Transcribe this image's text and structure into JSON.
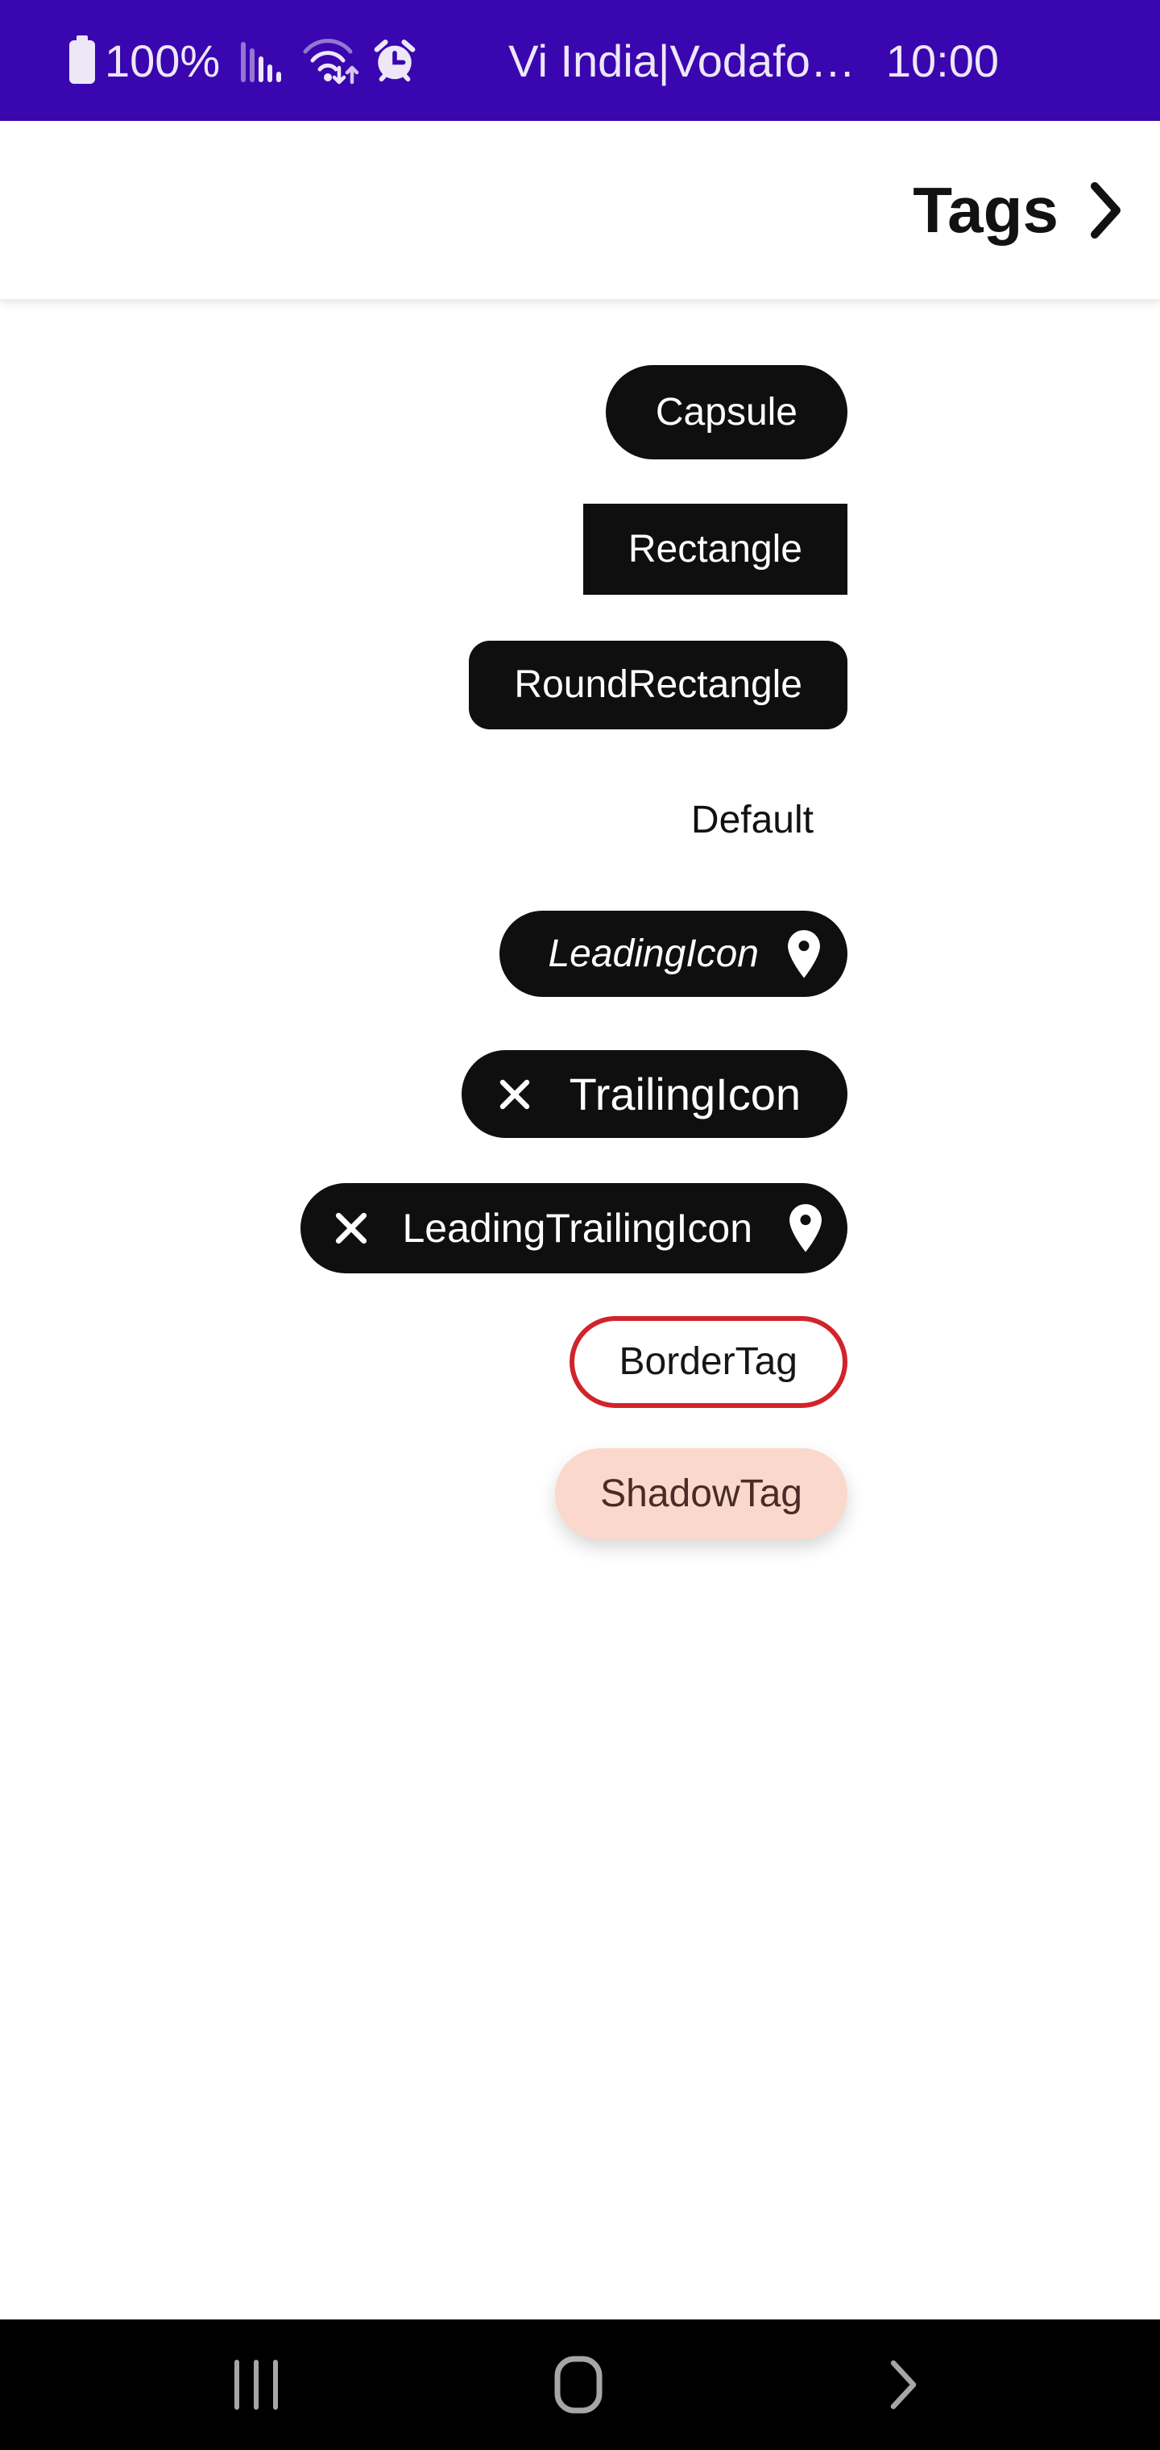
{
  "status_bar": {
    "battery": "100%",
    "carrier": "Vi India|Vodafo…",
    "time": "10:00",
    "bg_color": "#3A06AF",
    "fg_color": "#EDE7F8",
    "icons": [
      "battery-icon",
      "signal-strength-icon",
      "wifi-data-icon",
      "alarm-icon"
    ]
  },
  "header": {
    "title": "Tags",
    "icon": "chevron-right-icon"
  },
  "tags": {
    "capsule": {
      "label": "Capsule"
    },
    "rectangle": {
      "label": "Rectangle"
    },
    "round_rectangle": {
      "label": "RoundRectangle"
    },
    "default": {
      "label": "Default"
    },
    "leading_icon": {
      "label": "LeadingIcon",
      "trailing_icon": "location-pin-icon",
      "text_style": "italic"
    },
    "trailing_icon": {
      "label": "TrailingIcon",
      "leading_icon": "close-icon"
    },
    "leading_trailing_icon": {
      "label": "LeadingTrailingIcon",
      "leading_icon": "close-icon",
      "trailing_icon": "location-pin-icon"
    },
    "border_tag": {
      "label": "BorderTag",
      "border_color": "#D2232A",
      "bg_color": "#FFFFFF",
      "text_color": "#161616"
    },
    "shadow_tag": {
      "label": "ShadowTag",
      "bg_color": "#FAD8CB",
      "text_color": "#4A2B25"
    }
  },
  "tag_colors": {
    "bg": "#0F0F0F",
    "fg": "#FFFFFF"
  },
  "nav_bar": {
    "bg_color": "#000000",
    "icon_color": "#A6A6A6",
    "icons": [
      "recents-icon",
      "home-icon",
      "back-icon"
    ]
  }
}
